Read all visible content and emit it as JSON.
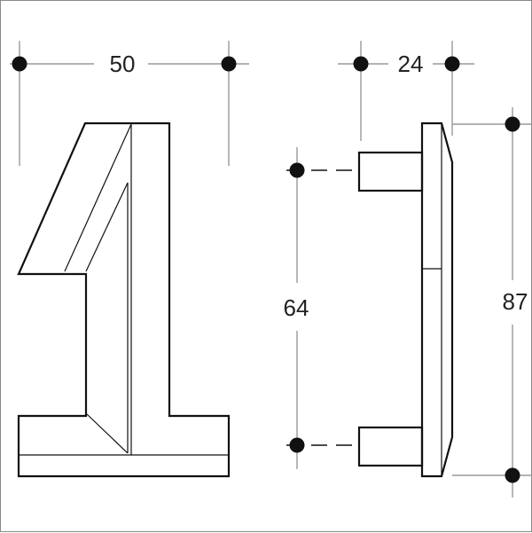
{
  "dimensions": {
    "width": "50",
    "depth": "24",
    "fixing_spacing": "64",
    "height": "87"
  },
  "colors": {
    "outline": "#111111",
    "extension_line": "#9a9a9a",
    "dot": "#111111",
    "text": "#222222",
    "frame": "#8a8a8a"
  }
}
